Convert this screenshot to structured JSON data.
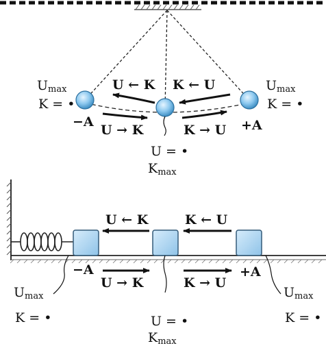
{
  "colors": {
    "ink": "#111111",
    "bob_fill": "#8ec9ef",
    "bob_edge": "#2b6f9e",
    "block_fill": "#a8d4f2",
    "block_edge": "#335a78",
    "hatch": "#555555"
  },
  "pendulum": {
    "left": {
      "u_sym": "U",
      "u_sub": "max",
      "k_text": "K = •",
      "pos": "−A"
    },
    "right": {
      "u_sym": "U",
      "u_sub": "max",
      "k_text": "K = •",
      "pos": "+A"
    },
    "center": {
      "u_text": "U = •",
      "k_sym": "K",
      "k_sub": "max"
    },
    "arrow_top_left": "U ← K",
    "arrow_top_right": "K ← U",
    "arrow_bottom_left": "U → K",
    "arrow_bottom_right": "K → U"
  },
  "spring_mass": {
    "arrow_top_left": "U ← K",
    "arrow_top_right": "K ← U",
    "arrow_bottom_left": "U → K",
    "arrow_bottom_right": "K → U",
    "pos_left": "−A",
    "pos_right": "+A",
    "left": {
      "u_sym": "U",
      "u_sub": "max",
      "k_text": "K = •"
    },
    "right": {
      "u_sym": "U",
      "u_sub": "max",
      "k_text": "K = •"
    },
    "center": {
      "u_text": "U = •",
      "k_sym": "K",
      "k_sub": "max"
    }
  }
}
